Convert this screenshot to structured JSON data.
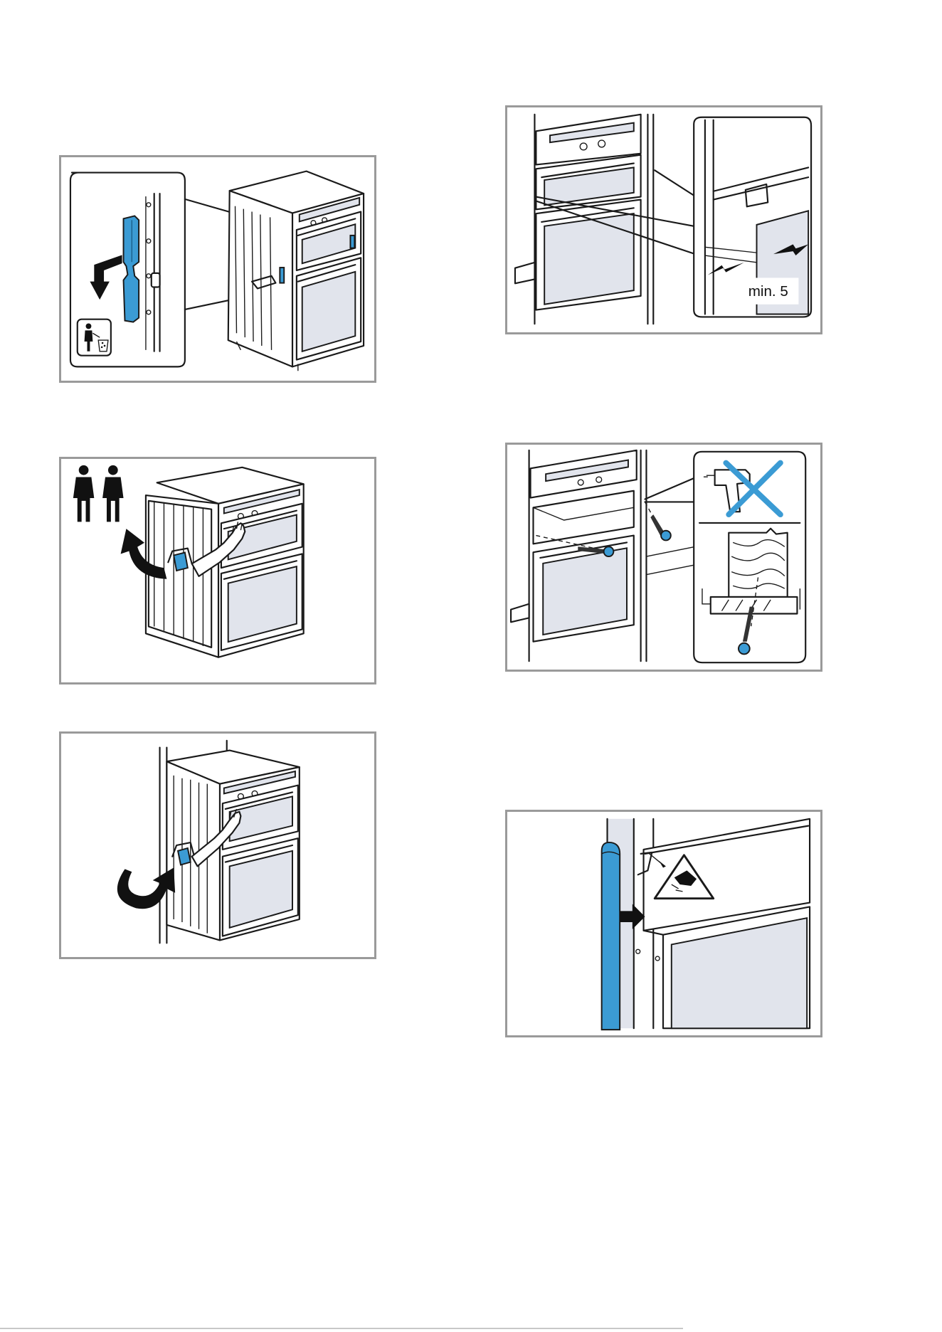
{
  "figures": [
    {
      "id": "fig-remove-spacer",
      "icons": [
        "blue-spacer-strip",
        "down-arrow-icon",
        "dispose-waste-icon"
      ]
    },
    {
      "id": "fig-min-gap",
      "gap_label": "min. 5",
      "icons": [
        "gap-arrow-icon"
      ]
    },
    {
      "id": "fig-two-people-lift",
      "icons": [
        "two-persons-icon",
        "curved-arrow-icon",
        "hand-icon"
      ]
    },
    {
      "id": "fig-screw-fixing",
      "icons": [
        "no-drill-icon",
        "screw-icon",
        "wood-icon"
      ]
    },
    {
      "id": "fig-push-into-niche",
      "icons": [
        "curved-arrow-icon",
        "hand-icon"
      ]
    },
    {
      "id": "fig-blue-trim-fitting",
      "icons": [
        "blue-trim-strip",
        "arrow-right-icon",
        "pinch-warning-icon"
      ]
    }
  ],
  "colors": {
    "accent_blue": "#3b9bd4",
    "frame_gray": "#9a9a9a",
    "glass": "#e1e4ec"
  }
}
